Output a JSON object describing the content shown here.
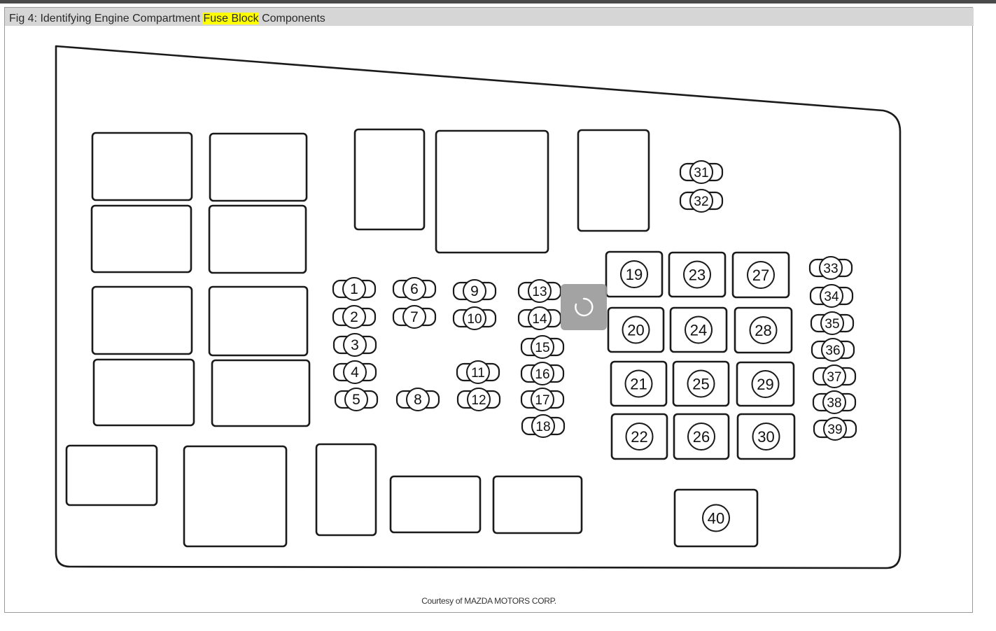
{
  "caption": {
    "prefix": "Fig 4: Identifying Engine Compartment ",
    "highlight": "Fuse Block",
    "suffix": " Components"
  },
  "credit": "Courtesy of MAZDA MOTORS CORP.",
  "colors": {
    "highlight": "#ffff00",
    "caption_bar": "#d6d6d6"
  },
  "icons": {
    "loading": "loading-spinner-icon"
  },
  "fuse_labels": [
    "1",
    "2",
    "3",
    "4",
    "5",
    "6",
    "7",
    "8",
    "9",
    "10",
    "11",
    "12",
    "13",
    "14",
    "15",
    "16",
    "17",
    "18",
    "19",
    "20",
    "21",
    "22",
    "23",
    "24",
    "25",
    "26",
    "27",
    "28",
    "29",
    "30",
    "31",
    "32",
    "33",
    "34",
    "35",
    "36",
    "37",
    "38",
    "39",
    "40"
  ]
}
